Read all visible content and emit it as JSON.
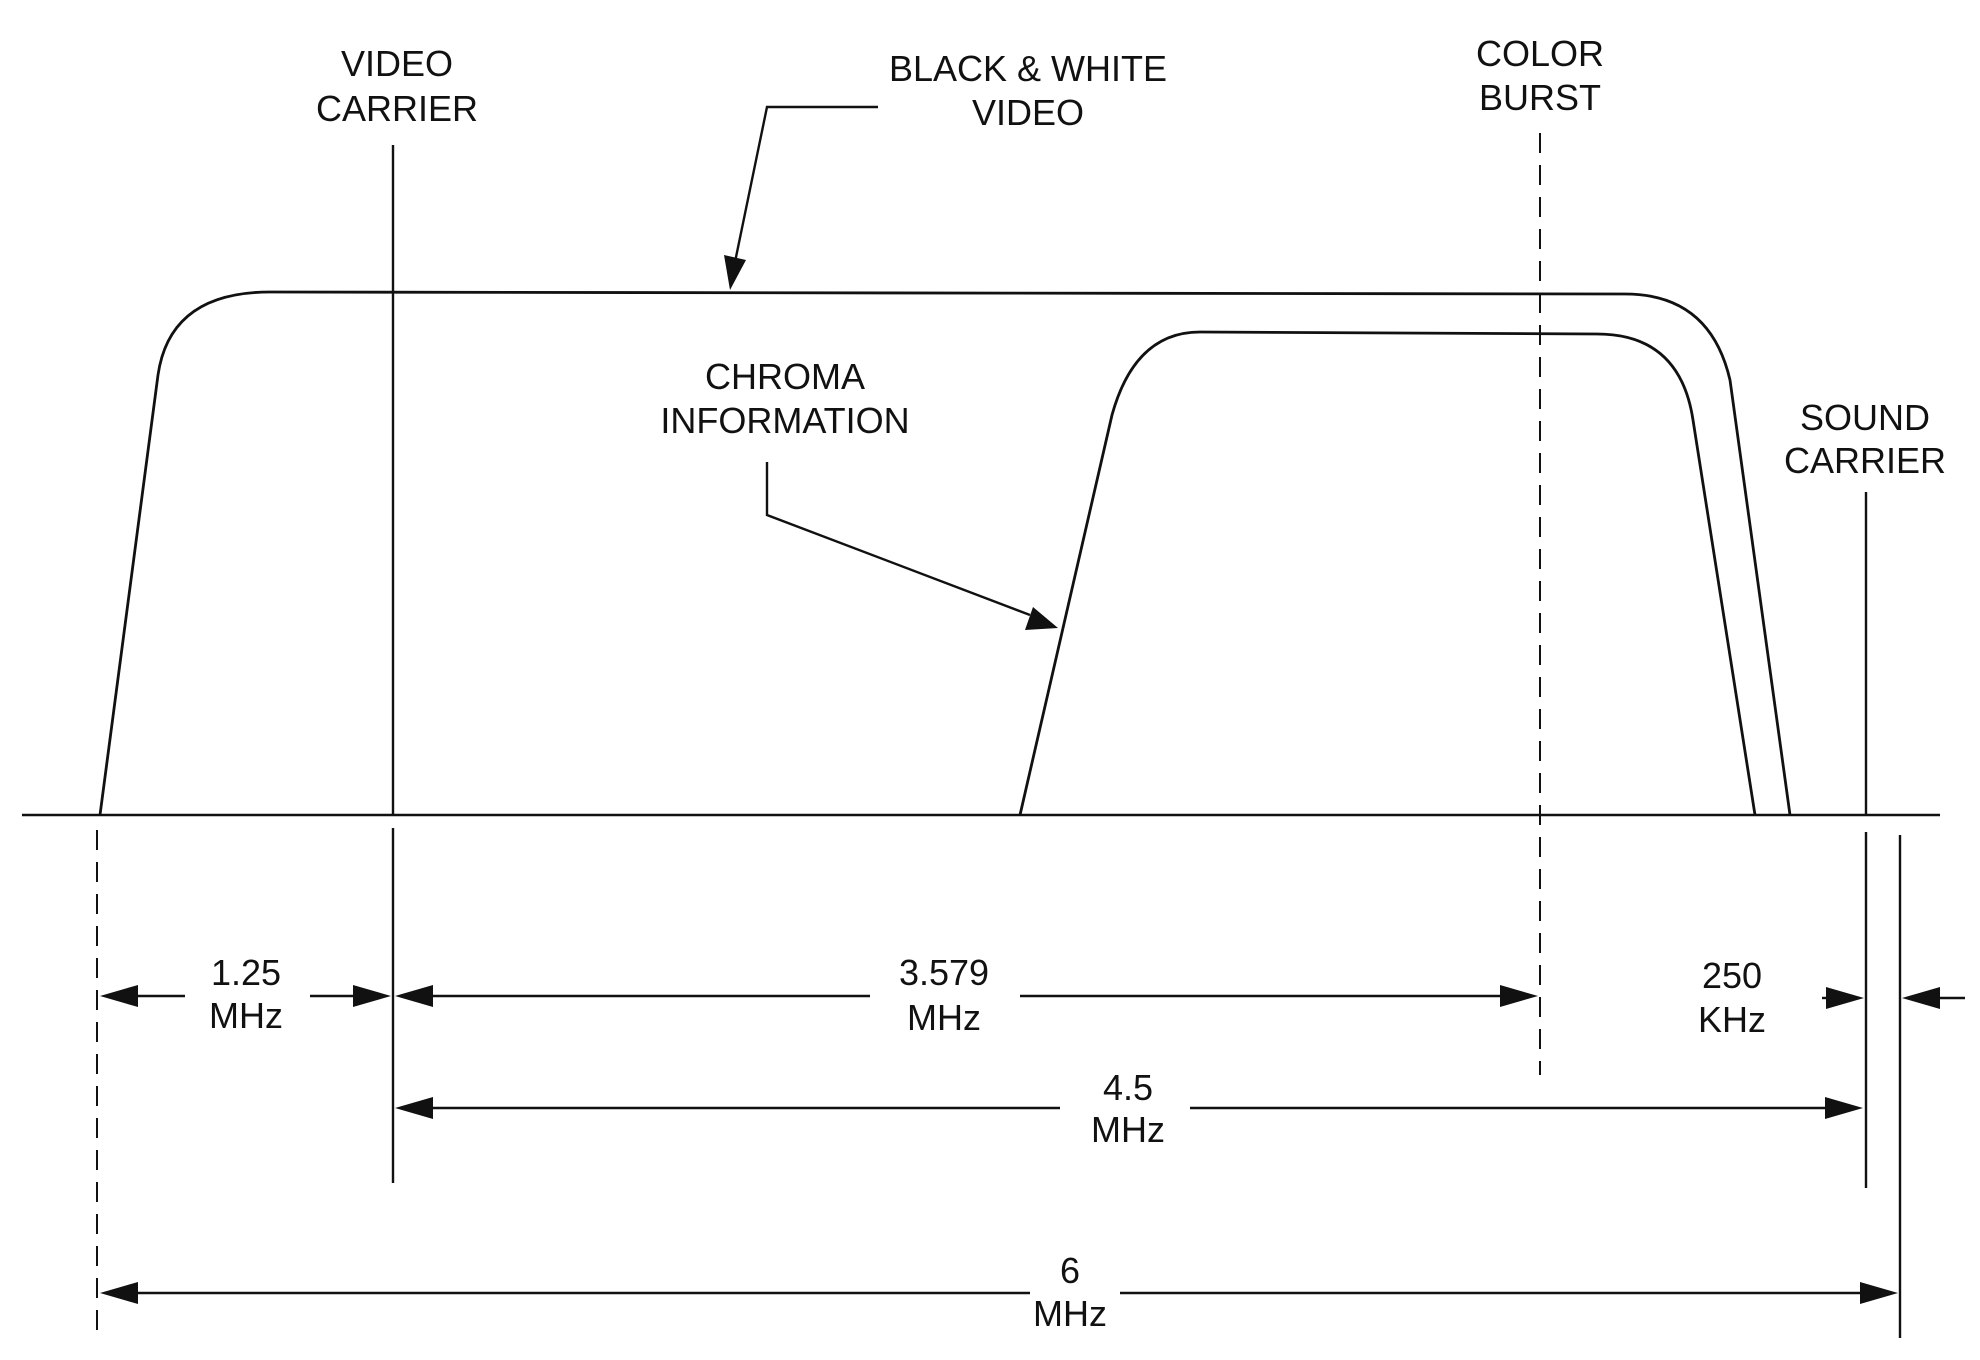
{
  "labels": {
    "video_carrier": [
      "VIDEO",
      "CARRIER"
    ],
    "bw_video": [
      "BLACK & WHITE",
      "VIDEO"
    ],
    "color_burst": [
      "COLOR",
      "BURST"
    ],
    "chroma": [
      "CHROMA",
      "INFORMATION"
    ],
    "sound_carrier": [
      "SOUND",
      "CARRIER"
    ]
  },
  "dimensions": {
    "d1": [
      "1.25",
      "MHz"
    ],
    "d2": [
      "3.579",
      "MHz"
    ],
    "d3": [
      "250",
      "KHz"
    ],
    "d4": [
      "4.5",
      "MHz"
    ],
    "d5": [
      "6",
      "MHz"
    ]
  }
}
